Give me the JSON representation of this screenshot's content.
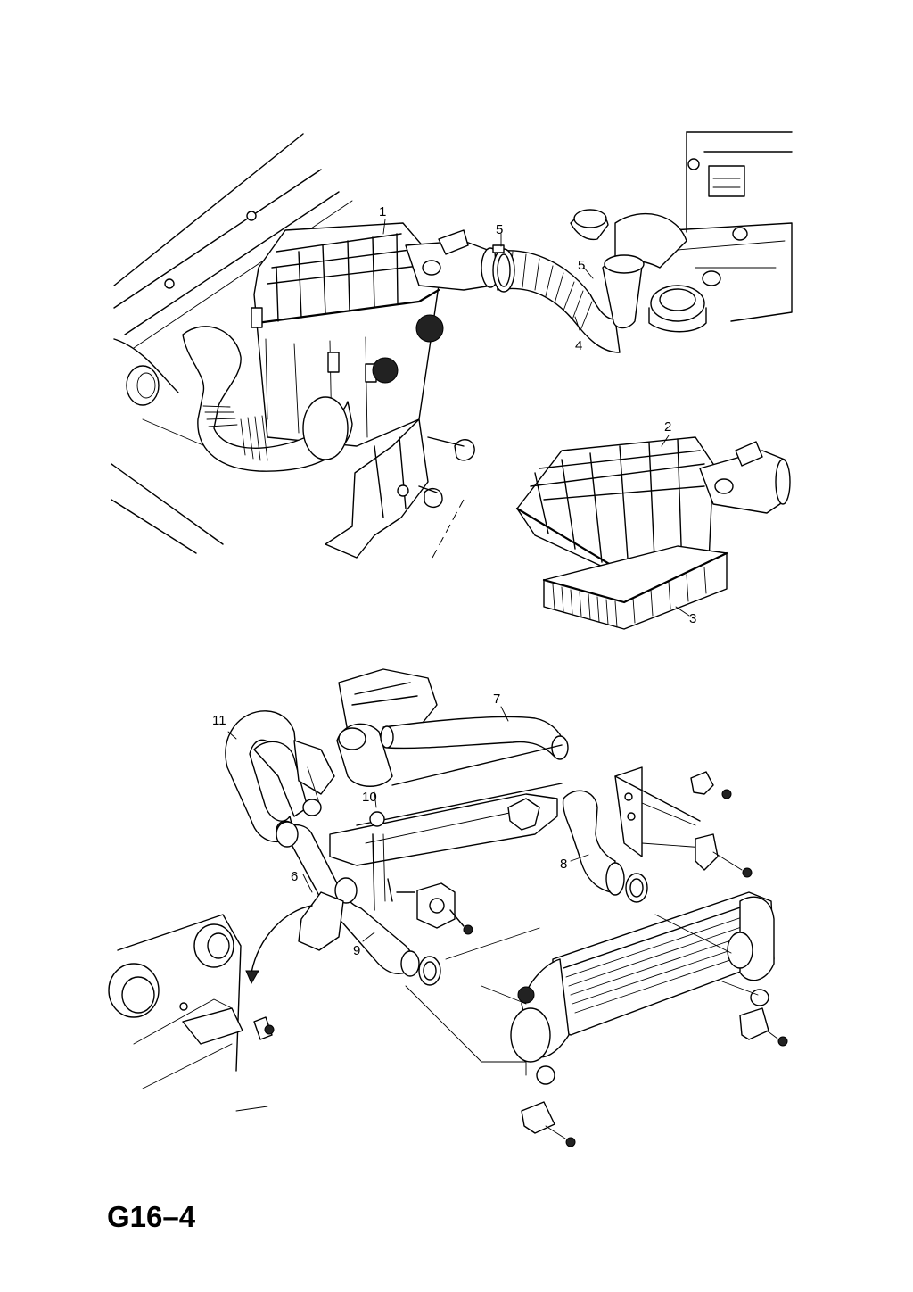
{
  "diagram": {
    "code": "G16–4",
    "callouts": {
      "c1": "1",
      "c2": "2",
      "c3": "3",
      "c4": "4",
      "c5a": "5",
      "c5b": "5",
      "c6": "6",
      "c7": "7",
      "c8": "8",
      "c9": "9",
      "c10": "10",
      "c11": "11"
    }
  },
  "colors": {
    "line": "#000000",
    "background": "#ffffff"
  }
}
